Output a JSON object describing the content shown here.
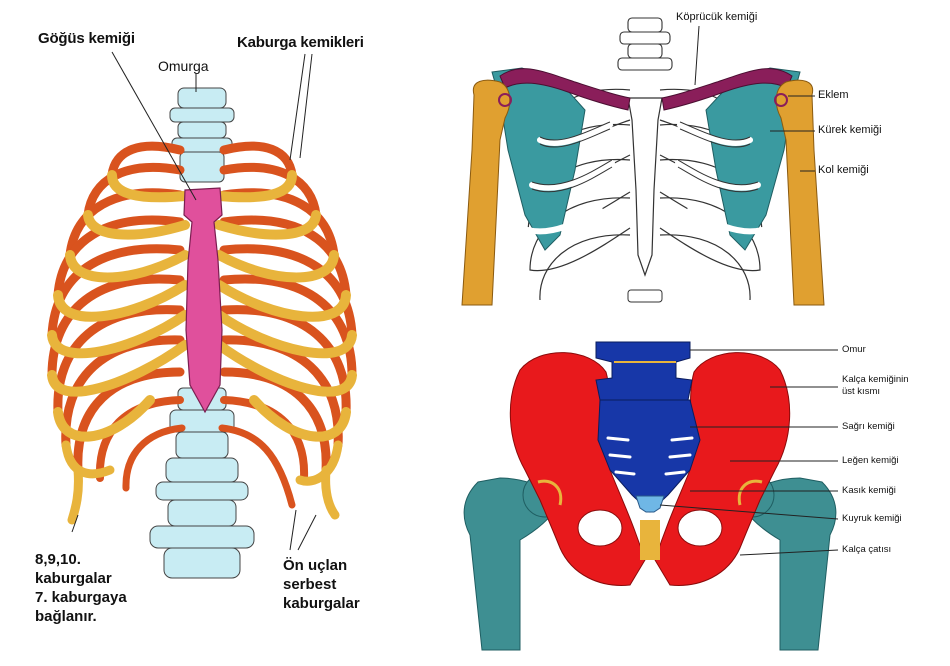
{
  "colors": {
    "rib_orange": "#d9531e",
    "cartilage_yellow": "#e8b43c",
    "sternum_pink": "#e0509c",
    "vertebra_blue": "#c8ecf3",
    "clavicle_purple": "#8a1e5a",
    "scapula_teal": "#3a9aa0",
    "humerus_gold": "#e0a030",
    "pelvis_red": "#e8191c",
    "sacrum_blue": "#1737a8",
    "femur_teal": "#3e8f92"
  },
  "ribcage": {
    "labels": {
      "sternum": "Göğüs kemiği",
      "spine": "Omurga",
      "ribs": "Kaburga kemikleri",
      "ribs_8_9_10": "8,9,10.\nkaburgalar\n7. kaburgaya\nbağlanır.",
      "floating_ribs": "Ön uçlan\nserbest\nkaburgalar"
    }
  },
  "shoulder": {
    "labels": {
      "clavicle": "Köprücük kemiği",
      "joint": "Eklem",
      "scapula": "Kürek kemiği",
      "humerus": "Kol kemiği"
    }
  },
  "pelvis": {
    "labels": {
      "vertebra": "Omur",
      "iliac_crest": "Kalça kemiğinin\nüst kısmı",
      "sacrum": "Sağrı kemiği",
      "pelvis": "Leğen kemiği",
      "pubis": "Kasık kemiği",
      "coccyx": "Kuyruk kemiği",
      "hip_socket": "Kalça çatısı"
    }
  }
}
